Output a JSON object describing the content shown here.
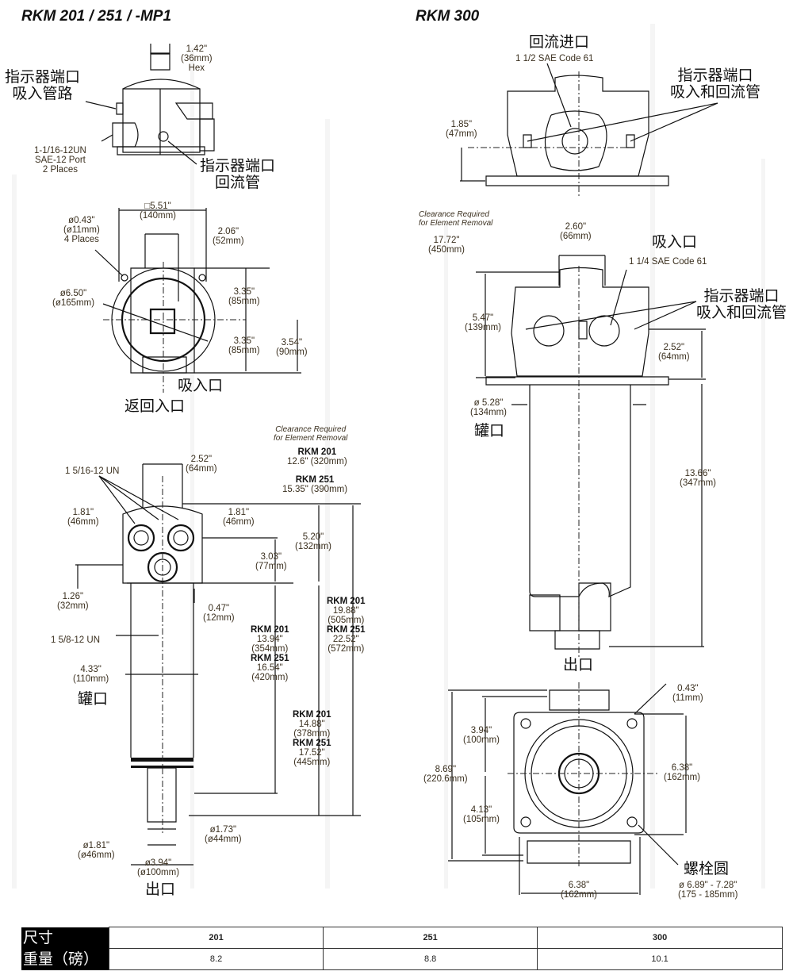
{
  "titles": {
    "left": "RKM 201 / 251 / -MP1",
    "right": "RKM 300"
  },
  "left_top_view": {
    "hex": [
      "1.42\"",
      "(36mm)",
      "Hex"
    ],
    "indicator_suction": [
      "指示器端口",
      "吸入管路"
    ],
    "port_note": [
      "1-1/16-12UN",
      "SAE-12 Port",
      "2 Places"
    ],
    "indicator_return": [
      "指示器端口",
      "回流管"
    ]
  },
  "left_plan_view": {
    "square": [
      "□5.51\"",
      "(140mm)"
    ],
    "hole": [
      "ø0.43\"",
      "(ø11mm)",
      "4 Places"
    ],
    "offset": [
      "2.06\"",
      "(52mm)"
    ],
    "diameter": [
      "ø6.50\"",
      "(ø165mm)"
    ],
    "upper": [
      "3.35\"",
      "(85mm)"
    ],
    "lower": [
      "3.35\"",
      "(85mm)"
    ],
    "right": [
      "3.54\"",
      "(90mm)"
    ],
    "suction_inlet": "吸入口",
    "return_inlet": "返回入口"
  },
  "left_side_view": {
    "clearance_note": [
      "Clearance Required",
      "for Element Removal"
    ],
    "clearance_201": [
      "RKM 201",
      "12.6\" (320mm)"
    ],
    "clearance_251": [
      "RKM 251",
      "15.35\" (390mm)"
    ],
    "thread_top": "1 5/16-12 UN",
    "spacing": [
      "2.52\"",
      "(64mm)"
    ],
    "left_181": [
      "1.81\"",
      "(46mm)"
    ],
    "right_181": [
      "1.81\"",
      "(46mm)"
    ],
    "h520": [
      "5.20\"",
      "(132mm)"
    ],
    "h303": [
      "3.03\"",
      "(77mm)"
    ],
    "h126": [
      "1.26\"",
      "(32mm)"
    ],
    "h047": [
      "0.47\"",
      "(12mm)"
    ],
    "thread_bottom": "1 5/8-12 UN",
    "tank_width": [
      "4.33\"",
      "(110mm)"
    ],
    "tank_port": "罐口",
    "len_a": [
      "RKM 201",
      "13.94\"",
      "(354mm)",
      "RKM 251",
      "16.54\"",
      "(420mm)"
    ],
    "len_b": [
      "RKM 201",
      "14.88\"",
      "(378mm)",
      "RKM 251",
      "17.52\"",
      "(445mm)"
    ],
    "len_c": [
      "RKM 201",
      "19.88\"",
      "(505mm)",
      "RKM 251",
      "22.52\"",
      "(572mm)"
    ],
    "d173": [
      "ø1.73\"",
      "(ø44mm)"
    ],
    "d181": [
      "ø1.81\"",
      "(ø46mm)"
    ],
    "d394": [
      "ø3.94\"",
      "(ø100mm)"
    ],
    "outlet": "出口"
  },
  "right_top_view": {
    "return_inlet": "回流进口",
    "return_code": "1 1/2 SAE Code 61",
    "indicator": [
      "指示器端口",
      "吸入和回流管"
    ],
    "h185": [
      "1.85\"",
      "(47mm)"
    ]
  },
  "right_side_view": {
    "clearance_note": [
      "Clearance Required",
      "for Element Removal"
    ],
    "clearance": [
      "17.72\"",
      "(450mm)"
    ],
    "w260": [
      "2.60\"",
      "(66mm)"
    ],
    "suction_inlet": "吸入口",
    "suction_code": "1 1/4 SAE Code 61",
    "indicator": [
      "指示器端口",
      "吸入和回流管"
    ],
    "h547": [
      "5.47\"",
      "(139mm)"
    ],
    "h252": [
      "2.52\"",
      "(64mm)"
    ],
    "d528": [
      "ø 5.28\"",
      "(134mm)"
    ],
    "tank_port": "罐口",
    "h1366": [
      "13.66\"",
      "(347mm)"
    ],
    "outlet": "出口"
  },
  "right_plan_view": {
    "hole": [
      "0.43\"",
      "(11mm)"
    ],
    "h394": [
      "3.94\"",
      "(100mm)"
    ],
    "h869": [
      "8.69\"",
      "(220.6mm)"
    ],
    "h413": [
      "4.13\"",
      "(105mm)"
    ],
    "h638": [
      "6.38\"",
      "(162mm)"
    ],
    "w638": [
      "6.38\"",
      "(162mm)"
    ],
    "bolt_circle": "螺栓圆",
    "bolt_dims": [
      "ø 6.89\" - 7.28\"",
      "(175 - 185mm)"
    ]
  },
  "weight_table": {
    "header_size": "尺寸",
    "header_weight": "重量（磅）",
    "sizes": [
      "201",
      "251",
      "300"
    ],
    "weights": [
      "8.2",
      "8.8",
      "10.1"
    ]
  }
}
